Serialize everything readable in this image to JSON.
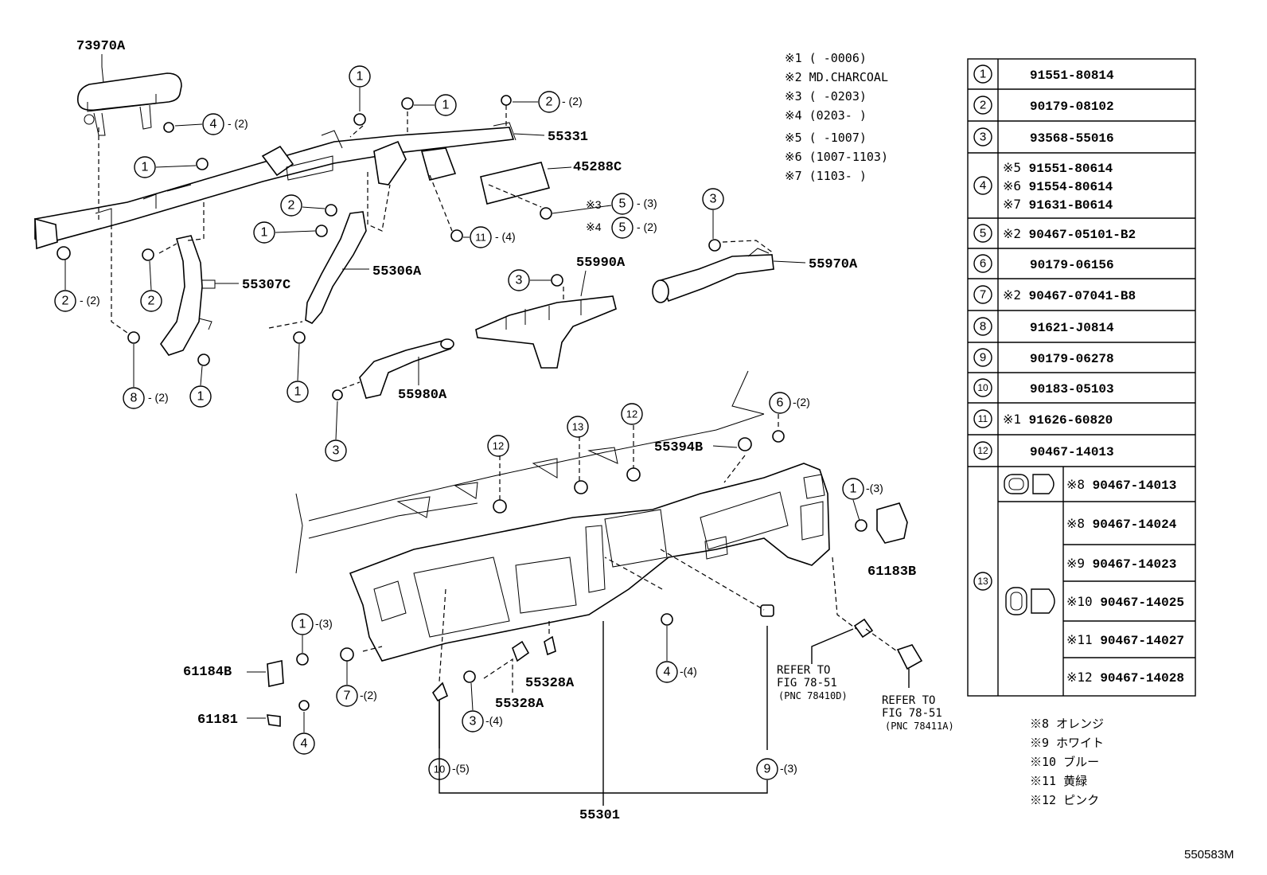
{
  "labels": {
    "p73970A": "73970A",
    "p55331": "55331",
    "p45288C": "45288C",
    "p55307C": "55307C",
    "p55306A": "55306A",
    "p55990A": "55990A",
    "p55970A": "55970A",
    "p55980A": "55980A",
    "p55394B": "55394B",
    "p61183B": "61183B",
    "p61184B": "61184B",
    "p61181": "61181",
    "p55328A_1": "55328A",
    "p55328A_2": "55328A",
    "p55301": "55301",
    "ref1_line1": "REFER TO",
    "ref1_line2": "FIG 78-51",
    "ref1_line3": "(PNC 78410D)",
    "ref2_line1": "REFER TO",
    "ref2_line2": "FIG 78-51",
    "ref2_line3": "(PNC 78411A)",
    "figure_id": "550583M"
  },
  "callouts": {
    "c1": "1",
    "c2": "2",
    "c3": "3",
    "c4": "4",
    "c5": "5",
    "c6": "6",
    "c7": "7",
    "c8": "8",
    "c9": "9",
    "c10": "10",
    "c11": "11",
    "c12": "12",
    "c13": "13",
    "q2": "- (2)",
    "q3": "- (3)",
    "q4": "- (4)",
    "q2b": "-(2)",
    "q3b": "-(3)",
    "q4b": "-(4)",
    "q5b": "-(5)",
    "x3": "※3",
    "x4": "※4"
  },
  "notes": [
    "※1  (      -0006)",
    "※2  MD.CHARCOAL",
    "※3  (      -0203)",
    "※4  (0203-      )",
    "※5 (   -1007)",
    "※6 (1007-1103)",
    "※7 (1103-   )"
  ],
  "color_notes": [
    "※8   オレンジ",
    "※9   ホワイト",
    "※10  ブルー",
    "※11  黄緑",
    "※12  ピンク"
  ],
  "parts_table": {
    "rows": [
      {
        "no": "1",
        "lines": [
          "91551-80814"
        ]
      },
      {
        "no": "2",
        "lines": [
          "90179-08102"
        ]
      },
      {
        "no": "3",
        "lines": [
          "93568-55016"
        ]
      },
      {
        "no": "4",
        "lines": [
          "※5 91551-80614",
          "※6 91554-80614",
          "※7 91631-B0614"
        ]
      },
      {
        "no": "5",
        "lines": [
          "※2 90467-05101-B2"
        ]
      },
      {
        "no": "6",
        "lines": [
          "90179-06156"
        ]
      },
      {
        "no": "7",
        "lines": [
          "※2 90467-07041-B8"
        ]
      },
      {
        "no": "8",
        "lines": [
          "91621-J0814"
        ]
      },
      {
        "no": "9",
        "lines": [
          "90179-06278"
        ]
      },
      {
        "no": "10",
        "lines": [
          "90183-05103"
        ]
      },
      {
        "no": "11",
        "lines": [
          "※1 91626-60820"
        ]
      },
      {
        "no": "12",
        "lines": [
          "90467-14013"
        ]
      }
    ],
    "row13": {
      "no": "13",
      "variants": [
        {
          "note": "※8",
          "part": "90467-14013"
        },
        {
          "note": "※8",
          "part": "90467-14024"
        },
        {
          "note": "※9",
          "part": "90467-14023"
        },
        {
          "note": "※10",
          "part": "90467-14025"
        },
        {
          "note": "※11",
          "part": "90467-14027"
        },
        {
          "note": "※12",
          "part": "90467-14028"
        }
      ]
    }
  }
}
